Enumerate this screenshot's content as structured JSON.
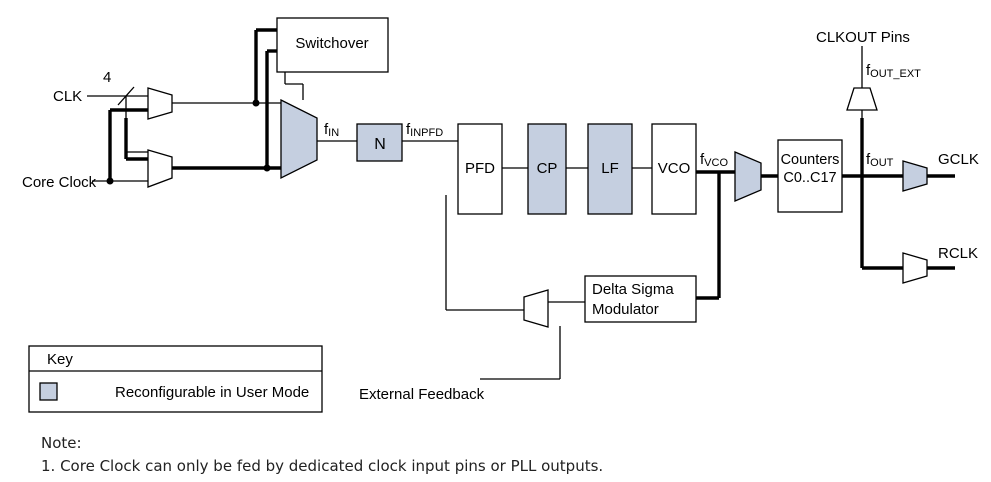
{
  "colors": {
    "reconfigurable_fill": "#c5cfe0",
    "block_fill": "#ffffff",
    "line": "#000000"
  },
  "inputs": {
    "clk": "CLK",
    "bus_width": "4",
    "core_clock": "Core Clock",
    "external_feedback": "External Feedback"
  },
  "blocks": {
    "switchover": "Switchover",
    "n": "N",
    "pfd": "PFD",
    "cp": "CP",
    "lf": "LF",
    "vco": "VCO",
    "counters_line1": "Counters",
    "counters_line2": "C0..C17",
    "dsm_line1": "Delta Sigma",
    "dsm_line2": "Modulator"
  },
  "signals": {
    "f_in": {
      "base": "f",
      "sub": "IN"
    },
    "f_inpfd": {
      "base": "f",
      "sub": "INPFD"
    },
    "f_vco": {
      "base": "f",
      "sub": "VCO"
    },
    "f_out": {
      "base": "f",
      "sub": "OUT"
    },
    "f_out_ext": {
      "base": "f",
      "sub": "OUT_EXT"
    }
  },
  "outputs": {
    "clkout_pins": "CLKOUT Pins",
    "gclk": "GCLK",
    "rclk": "RCLK"
  },
  "key": {
    "title": "Key",
    "item": "Reconfigurable in User Mode"
  },
  "note": {
    "title": "Note:",
    "line1": "1. Core Clock can only be fed by dedicated clock input pins or PLL outputs."
  }
}
